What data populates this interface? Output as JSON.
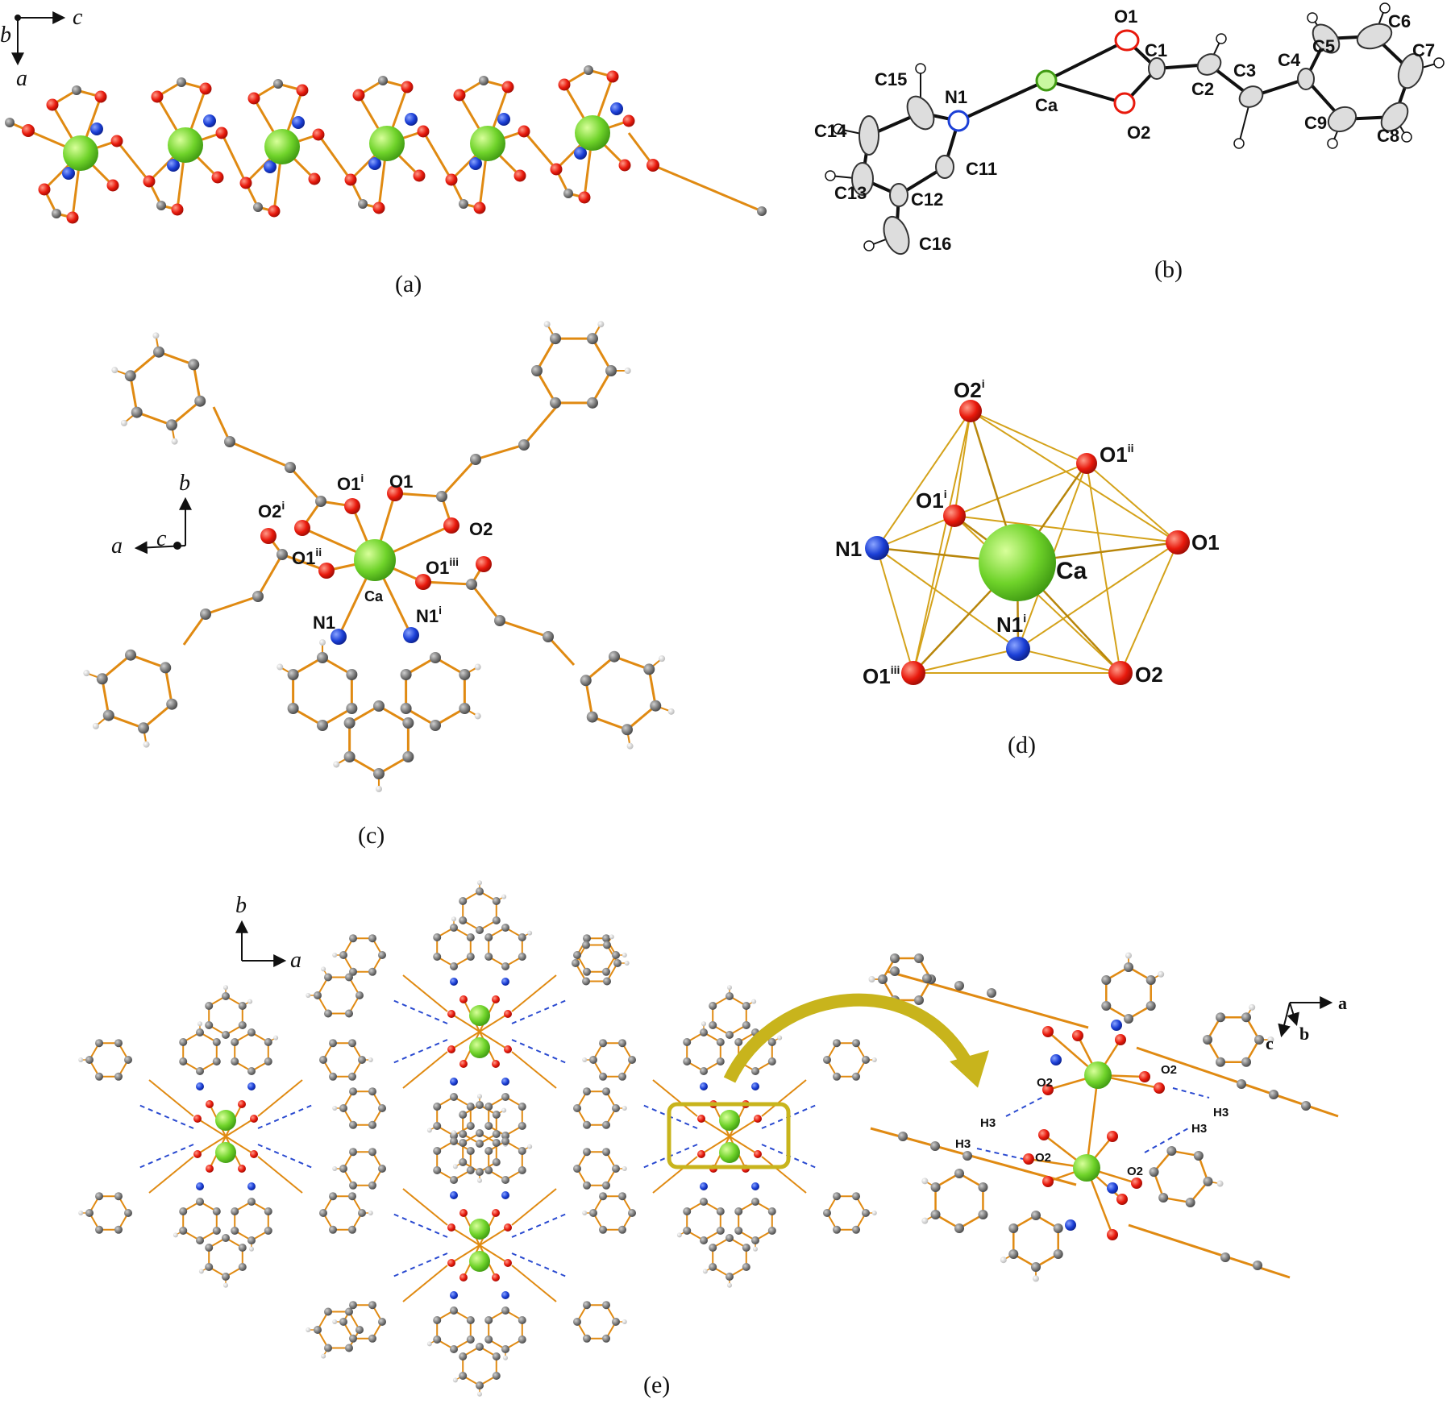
{
  "panels": {
    "a": {
      "caption": "(a)",
      "axes": {
        "c": "c",
        "b": "b",
        "a": "a"
      }
    },
    "b": {
      "caption": "(b)",
      "atom_labels": [
        "O1",
        "C1",
        "C2",
        "C3",
        "C4",
        "C5",
        "C6",
        "C7",
        "C8",
        "C9",
        "Ca",
        "O2",
        "N1",
        "C15",
        "C14",
        "C13",
        "C12",
        "C11",
        "C16"
      ]
    },
    "c": {
      "caption": "(c)",
      "axes": {
        "b": "b",
        "a": "a",
        "c": "c"
      },
      "labels": {
        "O1i": "O1",
        "O1i_sup": "i",
        "O1": "O1",
        "O2i": "O2",
        "O2i_sup": "i",
        "O2": "O2",
        "O1ii": "O1",
        "O1ii_sup": "ii",
        "O1iii": "O1",
        "O1iii_sup": "iii",
        "Ca": "Ca",
        "N1": "N1",
        "N1i": "N1",
        "N1i_sup": "i"
      }
    },
    "d": {
      "caption": "(d)",
      "labels": {
        "O2i": "O2",
        "O2i_sup": "i",
        "O1ii": "O1",
        "O1ii_sup": "ii",
        "O1i": "O1",
        "O1i_sup": "i",
        "N1": "N1",
        "Ca": "Ca",
        "O1": "O1",
        "N1i": "N1",
        "N1i_sup": "i",
        "O1iii": "O1",
        "O1iii_sup": "iii",
        "O2": "O2"
      }
    },
    "e": {
      "caption": "(e)",
      "axes_left": {
        "b": "b",
        "a": "a"
      },
      "axes_right": {
        "a": "a",
        "c": "c",
        "b": "b"
      },
      "hbond_labels": {
        "o2": "O2",
        "h3": "H3"
      }
    }
  },
  "colors": {
    "ca": "#6fd32a",
    "o": "#e8190c",
    "n": "#1b3fd6",
    "c": "#7a7a7a",
    "h": "#e6e6e6",
    "bond": "#e08a12",
    "poly": "#d4a21a",
    "hbond": "#2a4ad0",
    "highlight": "#c8b41c"
  }
}
